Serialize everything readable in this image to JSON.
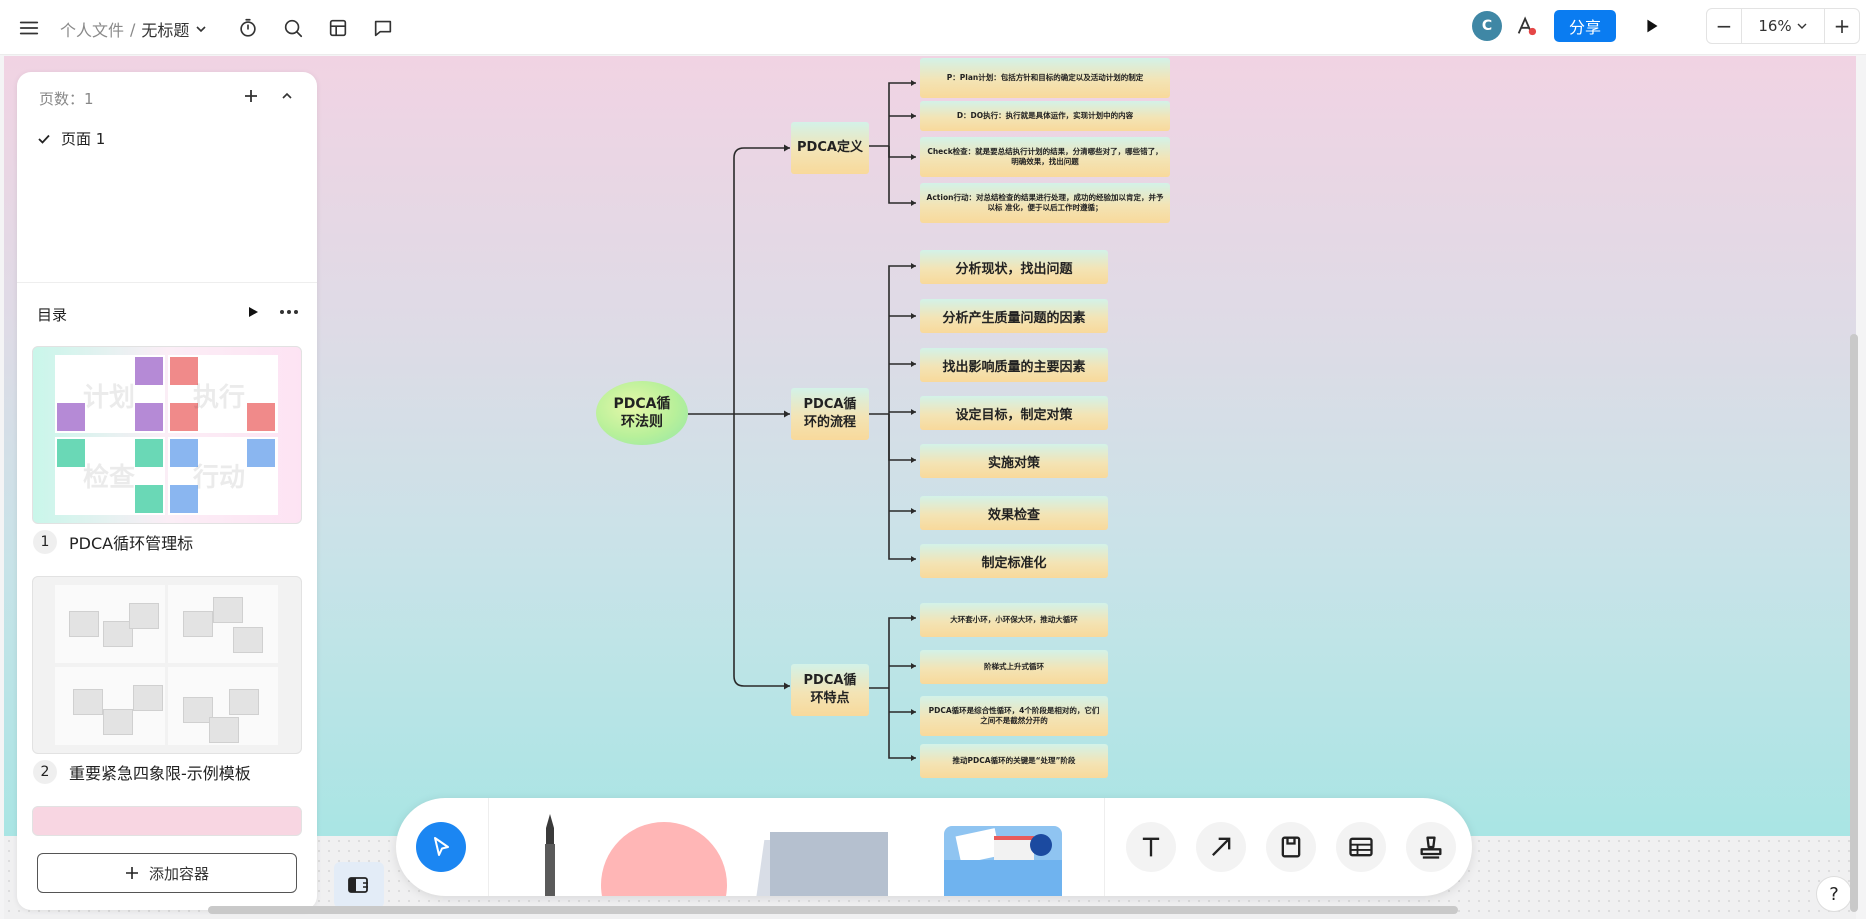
{
  "topbar": {
    "breadcrumb_root": "个人文件",
    "breadcrumb_sep": "/",
    "file_title": "无标题",
    "avatar_letter": "C",
    "share_label": "分享",
    "zoom_level": "16%",
    "zoom_out": "−",
    "zoom_in": "+"
  },
  "panel": {
    "pages_label": "页数：1",
    "page_item": "页面 1",
    "toc_title": "目录",
    "thumbnails": [
      {
        "index": "1",
        "title": "PDCA循环管理标",
        "quadrants": [
          "计划",
          "执行",
          "检查",
          "行动"
        ]
      },
      {
        "index": "2",
        "title": "重要紧急四象限-示例模板"
      }
    ],
    "add_container_label": "添加容器"
  },
  "mindmap": {
    "root": "PDCA循环法则",
    "branches": [
      {
        "label": "PDCA定义",
        "children": [
          "P：Plan计划：包括方针和目标的确定以及活动计划的制定",
          "D：DO执行：执行就是具体运作，实现计划中的内容",
          "Check检查：就是要总结执行计划的结果，分清哪些对了，哪些错了，明确效果，找出问题",
          "Action行动：对总结检查的结果进行处理，成功的经验加以肯定，并予以标 准化，便于以后工作时遵循；"
        ]
      },
      {
        "label": "PDCA循环的流程",
        "children": [
          "分析现状，找出问题",
          "分析产生质量问题的因素",
          "找出影响质量的主要因素",
          "设定目标，制定对策",
          "实施对策",
          "效果检查",
          "制定标准化"
        ]
      },
      {
        "label": "PDCA循环特点",
        "children": [
          "大环套小环，小环保大环，推动大循环",
          "阶梯式上升式循环",
          "PDCA循环是综合性循环，4个阶段是相对的，它们之间不是截然分开的",
          "推动PDCA循环的关键是“处理”阶段"
        ]
      }
    ]
  },
  "help_label": "?"
}
